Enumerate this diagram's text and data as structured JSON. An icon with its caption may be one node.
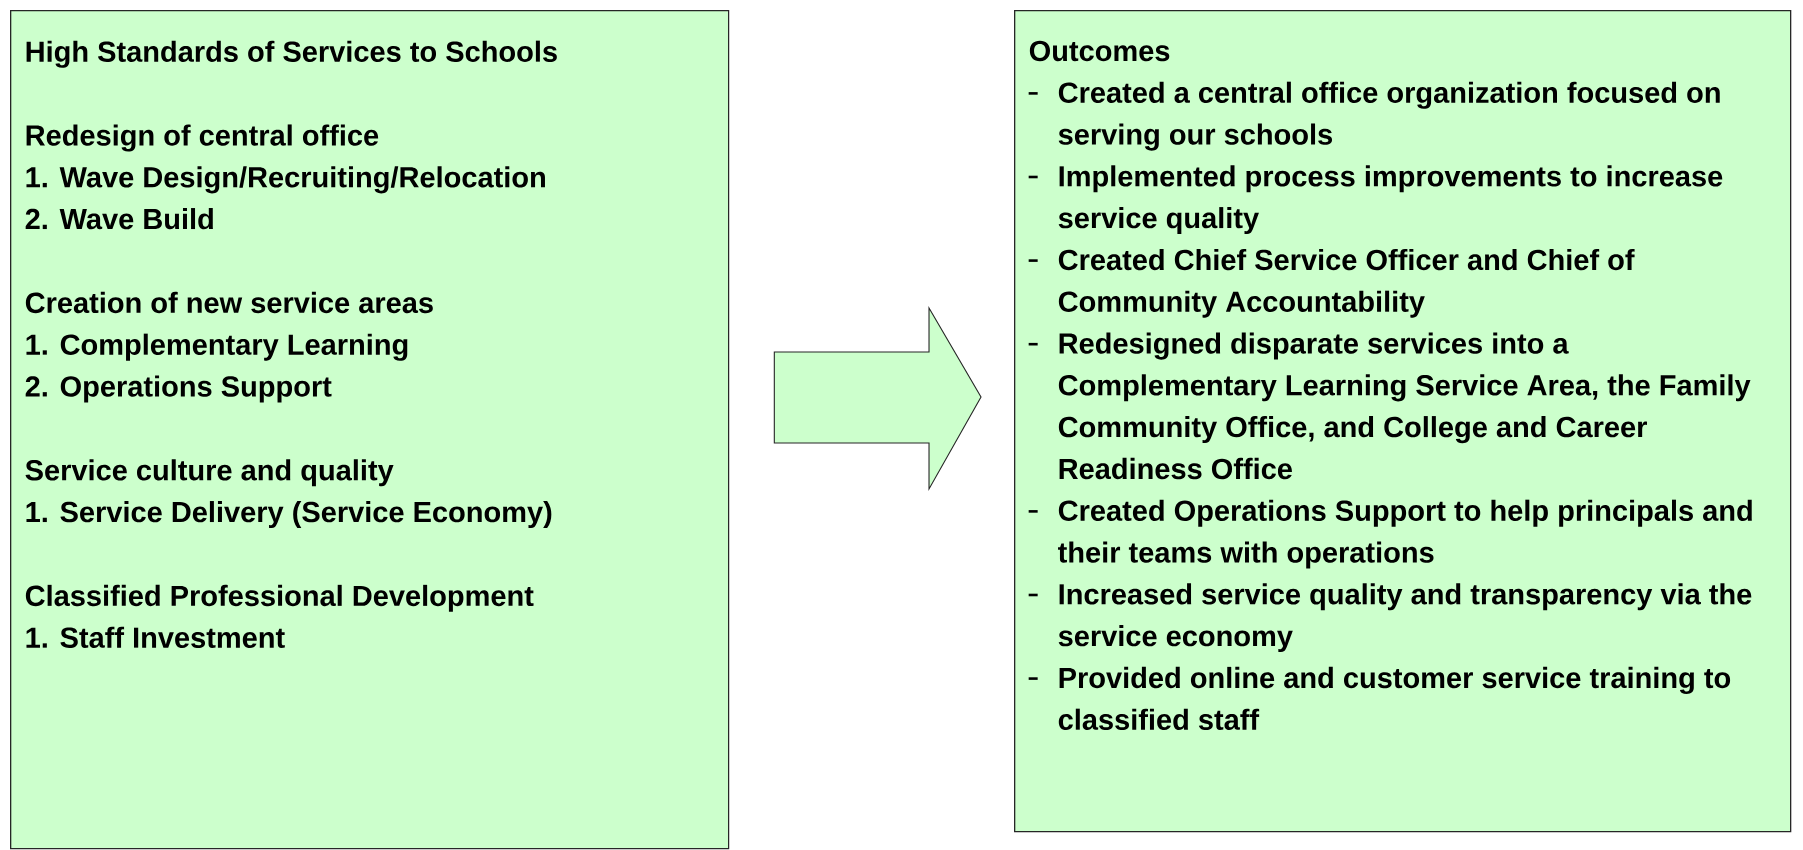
{
  "diagram": {
    "nodes": [
      {
        "text": [
          "High Standards of Services to Schools",
          "Redesign of central office",
          "1. Wave Design/Recruiting/Relocation",
          "2. Wave Build",
          "Creation of new service areas",
          "1. Complementary Learning",
          "2. Operations Support",
          "Service culture and quality",
          "1. Service Delivery (Service Economy)",
          "Classified Professional Development",
          "1. Staff Investment"
        ]
      },
      {
        "text": [
          "Outcomes",
          "Created a central office organization focused on serving our schools",
          "Implemented process improvements to increase service quality",
          "Created Chief Service Officer and Chief of Community Accountability",
          "Redesigned disparate services into a Complementary Learning Service Area, the Family Community Office, and College and Career Readiness Office",
          "Created Operations Support to help principals and their teams with operations",
          "Increased service quality and transparency via the service economy",
          "Provided online and customer service training to classified staff"
        ]
      }
    ],
    "edges": [
      {
        "from": 0,
        "to": 1,
        "arrow": "to"
      }
    ]
  }
}
